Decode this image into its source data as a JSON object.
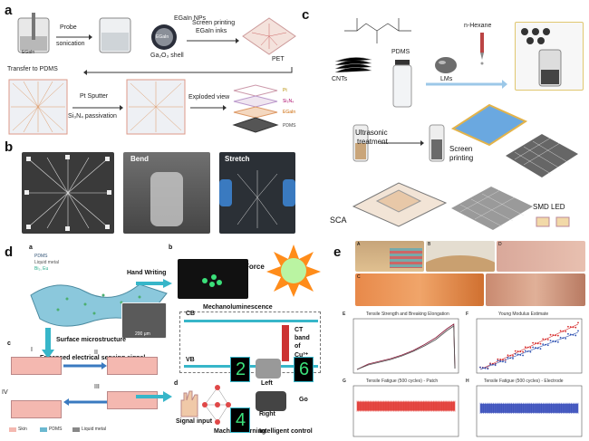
{
  "panels": {
    "a": {
      "label": "a",
      "texts": {
        "egain": "EGaIn",
        "probe": "Probe",
        "sonication": "sonication",
        "egain_nps": "EGaIn NPs",
        "egain_core": "EGaIn",
        "ga2o3": "Ga₂O₃ shell",
        "screen1": "Screen printing",
        "screen2": "EGaIn inks",
        "pet": "PET",
        "transfer": "Transfer to PDMS",
        "pt_sputter": "Pt Sputter",
        "si3n4": "Si₃N₄ passivation",
        "exploded": "Exploded view",
        "pt": "Pt",
        "si3n4_layer": "Si₃N₄",
        "egain_layer": "EGaIn",
        "pdms": "PDMS"
      }
    },
    "b": {
      "label": "b",
      "bend": "Bend",
      "stretch": "Stretch"
    },
    "c": {
      "label": "c",
      "texts": {
        "pdms": "PDMS",
        "nhexane": "n-Hexane",
        "cnts": "CNTs",
        "lms": "LMs",
        "ultrasonic1": "Ultrasonic",
        "ultrasonic2": "treatment",
        "screen1": "Screen",
        "screen2": "printing",
        "sca": "SCA",
        "smd": "SMD LED"
      }
    },
    "d": {
      "label": "d",
      "texts": {
        "sub_a": "a",
        "sub_b": "b",
        "sub_c": "c",
        "sub_d": "d",
        "legend_pdms": "PDMS",
        "legend_lm": "Liquid metal",
        "legend_dots": "Bi₂, Eu",
        "handwriting": "Hand Writing",
        "force": "Force",
        "mechano": "Mechanoluminescence",
        "cb": "CB",
        "vb": "VB",
        "ct1": "CT",
        "ct2": "band",
        "ct3": "of",
        "ct4": "Cu³⁺",
        "surface": "Surface microstructure",
        "enhanced": "Enhanced electrical sensing signal",
        "roman1": "I",
        "roman2": "II",
        "roman3": "III",
        "roman4": "IV",
        "signal": "Signal input",
        "ml": "Machine learning",
        "ic": "Intelligent control",
        "left": "Left",
        "right": "Right",
        "go": "Go",
        "digit2": "2",
        "digit6": "6",
        "digit4": "4",
        "skin": "Skin",
        "pdms2": "PDMS",
        "lm2": "Liquid metal",
        "scale": "200 μm"
      }
    },
    "e": {
      "label": "e",
      "charts": {
        "E": {
          "letter": "E",
          "title": "Tensile Strength and Breaking Elongation"
        },
        "F": {
          "letter": "F",
          "title": "Young Modulus Estimate"
        },
        "G": {
          "letter": "G",
          "title": "Tensile Fatigue (500 cycles) - Patch"
        },
        "H": {
          "letter": "H",
          "title": "Tensile Fatigue (500 cycles) - Electrode"
        }
      },
      "photo_letters": [
        "A",
        "B",
        "C",
        "D"
      ]
    }
  },
  "chart_data": [
    {
      "type": "line",
      "title": "Tensile Strength and Breaking Elongation",
      "x": [
        0,
        0.5,
        1,
        1.5,
        2,
        2.5,
        3,
        3.5,
        4,
        4.3,
        4.35
      ],
      "series": [
        {
          "values": [
            0,
            0.12,
            0.18,
            0.24,
            0.32,
            0.42,
            0.55,
            0.7,
            0.9,
            1.0,
            0.02
          ]
        },
        {
          "values": [
            0,
            0.1,
            0.16,
            0.22,
            0.3,
            0.4,
            0.52,
            0.66,
            0.86,
            0.96,
            0.02
          ]
        }
      ]
    },
    {
      "type": "scatter",
      "title": "Young Modulus Estimate",
      "x": [
        0,
        0.25,
        0.5,
        0.75,
        1
      ],
      "series": [
        {
          "values": [
            0,
            0.25,
            0.5,
            0.75,
            1.0
          ]
        },
        {
          "values": [
            0,
            0.2,
            0.42,
            0.62,
            0.82
          ]
        }
      ]
    },
    {
      "type": "area",
      "title": "Tensile Fatigue (500 cycles) - Patch",
      "x": [
        0,
        500
      ],
      "series": [
        {
          "values": [
            0.75,
            0.75
          ]
        }
      ]
    },
    {
      "type": "area",
      "title": "Tensile Fatigue (500 cycles) - Electrode",
      "x": [
        0,
        500
      ],
      "series": [
        {
          "values": [
            0.7,
            0.7
          ]
        }
      ]
    }
  ]
}
